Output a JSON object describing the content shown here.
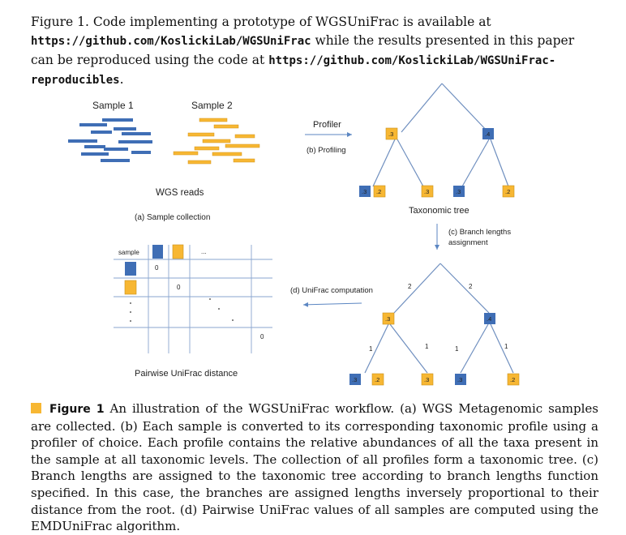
{
  "top_note": {
    "text_1": "Figure 1. Code implementing a prototype of WGSUniFrac is available at ",
    "url_1": "https://github.com/KoslickiLab/WGSUniFrac",
    "text_2": " while the results presented in this paper can be reproduced using the code at ",
    "url_2": "https://github.com/KoslickiLab/WGSUniFrac-reproducibles",
    "text_3": "."
  },
  "figure": {
    "sample1_label": "Sample 1",
    "sample2_label": "Sample 2",
    "wgs_reads": "WGS reads",
    "sample_collection": "(a) Sample collection",
    "profiler": "Profiler",
    "profiling": "(b) Profiling",
    "taxonomic_tree": "Taxonomic tree",
    "branch_lengths_1": "(c) Branch lengths",
    "branch_lengths_2": "assignment",
    "unifrac_computation": "(d) UniFrac computation",
    "pairwise_distance": "Pairwise UniFrac distance",
    "matrix_sample": "sample",
    "matrix_ellipsis": "...",
    "zero": "0",
    "tree1_leaves": [
      ".3",
      ".2",
      ".3",
      ".3",
      ".2"
    ],
    "tree1_internal": [
      ".3",
      ".4"
    ],
    "tree2_leaves": [
      ".3",
      ".2",
      ".3",
      ".3",
      ".2"
    ],
    "tree2_internal": [
      ".3",
      ".4"
    ],
    "branch_top_left": "2",
    "branch_top_right": "2",
    "branch_mid": "1",
    "colors": {
      "blue": "#3f6eb5",
      "orange": "#f7b733",
      "arrow": "#5b86c2",
      "line": "#6f8fbf"
    }
  },
  "caption": {
    "label": "Figure 1",
    "text": " An illustration of the WGSUniFrac workflow. (a) WGS Metagenomic samples are collected. (b) Each sample is converted to its corresponding taxonomic profile using a profiler of choice. Each profile contains the relative abundances of all the taxa present in the sample at all taxonomic levels. The collection of all profiles form a taxonomic tree. (c) Branch lengths are assigned to the taxonomic tree according to branch lengths function specified. In this case, the branches are assigned lengths inversely proportional to their distance from the root. (d) Pairwise UniFrac values of all samples are computed using the EMDUniFrac algorithm."
  }
}
